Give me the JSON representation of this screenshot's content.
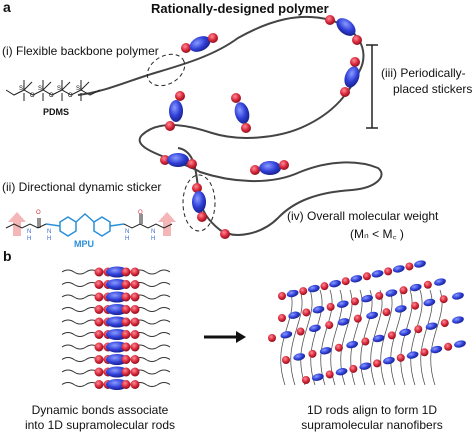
{
  "panel_a": {
    "letter": "a",
    "title": "Rationally-designed polymer",
    "label_i": "(i) Flexible backbone polymer",
    "pdms": "PDMS",
    "label_ii": "(ii) Directional dynamic sticker",
    "mpu": "MPU",
    "label_iii_line1": "(iii) Periodically-",
    "label_iii_line2": "placed stickers",
    "label_iv_line1": "(iv) Overall molecular weight",
    "label_iv_line2": "(Mₙ < M꜀ )",
    "atom_si": "Si",
    "atom_o": "O",
    "atom_n": "N",
    "atom_h": "H",
    "atom_oxygen_carbonyl": "O"
  },
  "panel_b": {
    "letter": "b",
    "caption_left_line1": "Dynamic bonds associate",
    "caption_left_line2": "into 1D supramolecular rods",
    "caption_right_line1": "1D rods align to form 1D",
    "caption_right_line2": "supramolecular nanofibers"
  },
  "colors": {
    "sticker_blue": "#3446d6",
    "sticker_red": "#d7283a",
    "chain": "#444444",
    "mpu_blue": "#2a8fd8",
    "arrow_pink": "#f4b6b6"
  }
}
